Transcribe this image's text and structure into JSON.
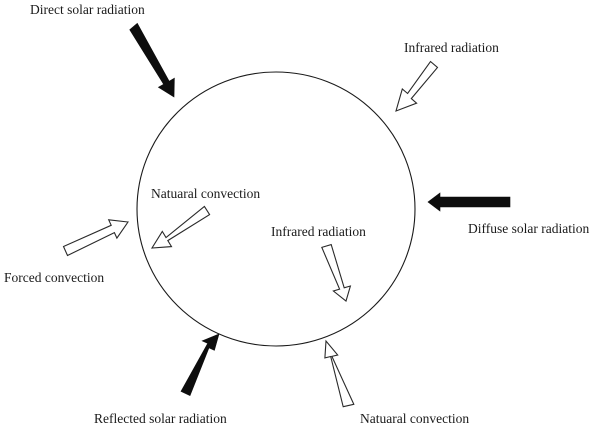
{
  "labels": {
    "direct_solar": "Direct solar radiation",
    "infrared_outer": "Infrared radiation",
    "diffuse_solar": "Diffuse solar radiation",
    "natural_conv_inner": "Natuaral convection",
    "infrared_inner": "Infrared radiation",
    "forced_conv": "Forced convection",
    "reflected_solar": "Reflected solar radiation",
    "natural_conv_outer": "Natuaral convection"
  },
  "colors": {
    "solid_arrow": "#0d0d0d",
    "outline_arrow_fill": "#ffffff",
    "stroke": "#1a1a1a"
  }
}
